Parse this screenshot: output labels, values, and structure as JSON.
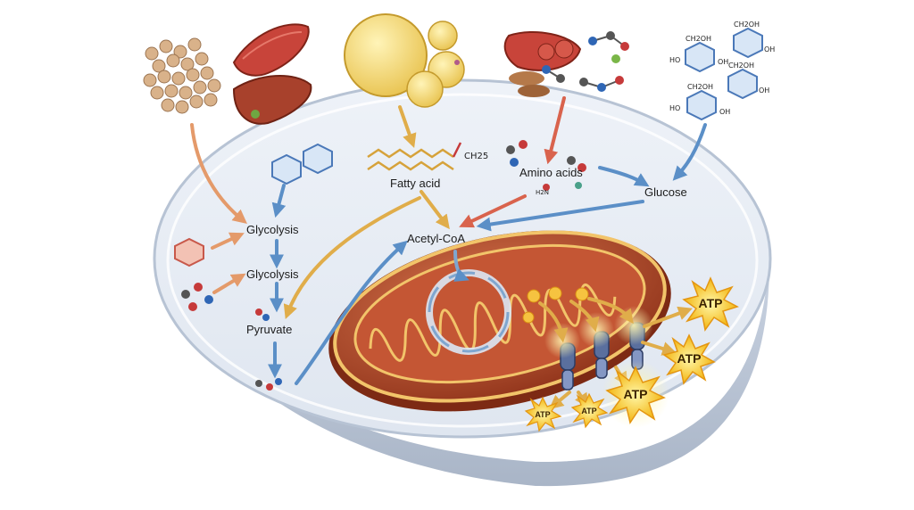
{
  "labels": {
    "glycolysis_1": "Glycolysis",
    "glycolysis_2": "Glycolysis",
    "pyruvate": "Pyruvate",
    "fatty_acid": "Fatty acid",
    "amino_acids": "Amino acids",
    "glucose": "Glucose",
    "acetyl_coa": "Acetyl-CoA"
  },
  "atp": [
    "ATP",
    "ATP",
    "ATP",
    "ATP",
    "ATP"
  ],
  "chem_text": {
    "ch25": "CH25",
    "ch2oh": "CH2OH",
    "oh": "OH",
    "ho": "HO",
    "nh2": "H2N"
  },
  "colors": {
    "glycolysis_arrow": "#5b8fc7",
    "fat_arrow": "#e0ad4a",
    "amino_arrow": "#d9634d",
    "mitochondrion": "#b5492a",
    "atp_burst": "#f7c21c"
  }
}
